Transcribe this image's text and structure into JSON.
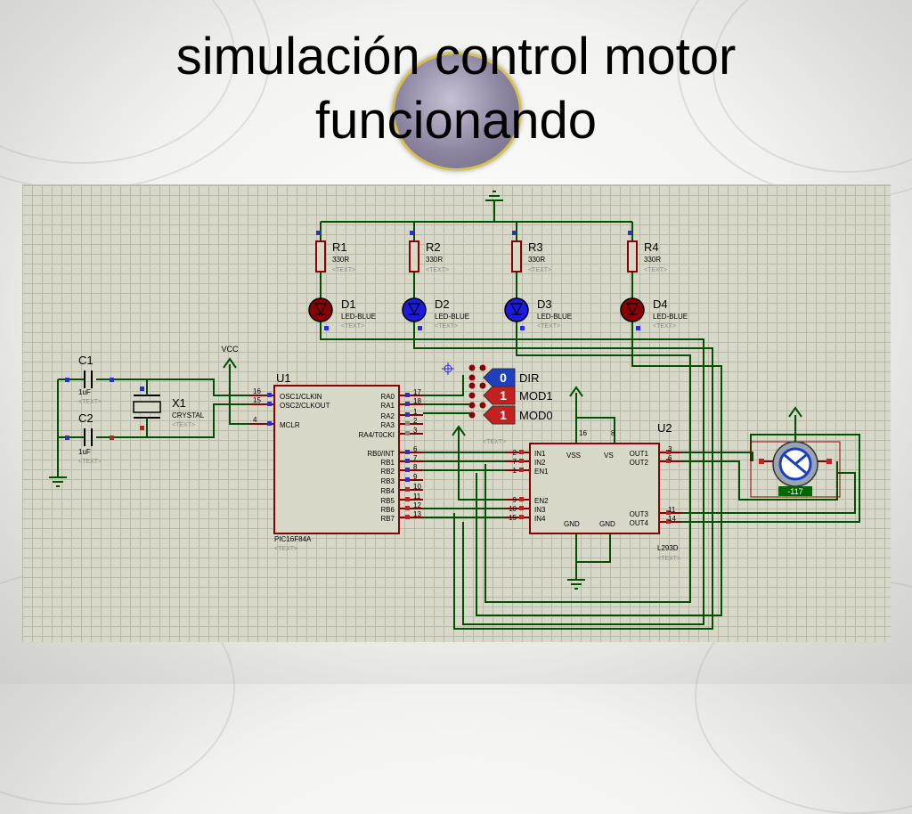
{
  "title": {
    "line1": "simulación control motor",
    "line2": "funcionando"
  },
  "resistors": [
    {
      "ref": "R1",
      "value": "330R",
      "text": "<TEXT>"
    },
    {
      "ref": "R2",
      "value": "330R",
      "text": "<TEXT>"
    },
    {
      "ref": "R3",
      "value": "330R",
      "text": "<TEXT>"
    },
    {
      "ref": "R4",
      "value": "330R",
      "text": "<TEXT>"
    }
  ],
  "leds": [
    {
      "ref": "D1",
      "value": "LED-BLUE",
      "text": "<TEXT>",
      "color": "#8b0000"
    },
    {
      "ref": "D2",
      "value": "LED-BLUE",
      "text": "<TEXT>",
      "color": "#1a1ae0"
    },
    {
      "ref": "D3",
      "value": "LED-BLUE",
      "text": "<TEXT>",
      "color": "#1a1ae0"
    },
    {
      "ref": "D4",
      "value": "LED-BLUE",
      "text": "<TEXT>",
      "color": "#8b0000"
    }
  ],
  "capacitors": [
    {
      "ref": "C1",
      "value": "1uF",
      "text": "<TEXT>"
    },
    {
      "ref": "C2",
      "value": "1uF",
      "text": "<TEXT>"
    }
  ],
  "crystal": {
    "ref": "X1",
    "value": "CRYSTAL",
    "text": "<TEXT>"
  },
  "vcc_label": "VCC",
  "u1": {
    "ref": "U1",
    "part": "PIC16F84A",
    "text": "<TEXT>",
    "left_pins": [
      {
        "num": "16",
        "name": "OSC1/CLKIN"
      },
      {
        "num": "15",
        "name": "OSC2/CLKOUT"
      },
      {
        "num": "4",
        "name": "MCLR"
      }
    ],
    "right_pins_a": [
      {
        "num": "17",
        "name": "RA0"
      },
      {
        "num": "18",
        "name": "RA1"
      },
      {
        "num": "1",
        "name": "RA2"
      },
      {
        "num": "2",
        "name": "RA3"
      },
      {
        "num": "3",
        "name": "RA4/T0CKI"
      }
    ],
    "right_pins_b": [
      {
        "num": "6",
        "name": "RB0/INT"
      },
      {
        "num": "7",
        "name": "RB1"
      },
      {
        "num": "8",
        "name": "RB2"
      },
      {
        "num": "9",
        "name": "RB3"
      },
      {
        "num": "10",
        "name": "RB4"
      },
      {
        "num": "11",
        "name": "RB5"
      },
      {
        "num": "12",
        "name": "RB6"
      },
      {
        "num": "13",
        "name": "RB7"
      }
    ]
  },
  "switches": [
    {
      "state": "0",
      "label": "DIR",
      "color": "#1f3fbf"
    },
    {
      "state": "1",
      "label": "MOD1",
      "color": "#c42020"
    },
    {
      "state": "1",
      "label": "MOD0",
      "color": "#c42020"
    }
  ],
  "switch_text": "<TEXT>",
  "u2": {
    "ref": "U2",
    "part": "L293D",
    "text": "<TEXT>",
    "top_pins": [
      {
        "num": "16"
      },
      {
        "num": "8"
      }
    ],
    "left_pins": [
      {
        "num": "2",
        "name": "IN1"
      },
      {
        "num": "7",
        "name": "IN2"
      },
      {
        "num": "1",
        "name": "EN1"
      },
      {
        "num": "9",
        "name": "EN2"
      },
      {
        "num": "10",
        "name": "IN3"
      },
      {
        "num": "15",
        "name": "IN4"
      }
    ],
    "right_pins": [
      {
        "num": "3",
        "name": "OUT1"
      },
      {
        "num": "6",
        "name": "OUT2"
      },
      {
        "num": "11",
        "name": "OUT3"
      },
      {
        "num": "14",
        "name": "OUT4"
      }
    ],
    "inner_labels": {
      "vss": "VSS",
      "vs": "VS",
      "gnd1": "GND",
      "gnd2": "GND"
    }
  },
  "motor": {
    "reading": "-117"
  }
}
